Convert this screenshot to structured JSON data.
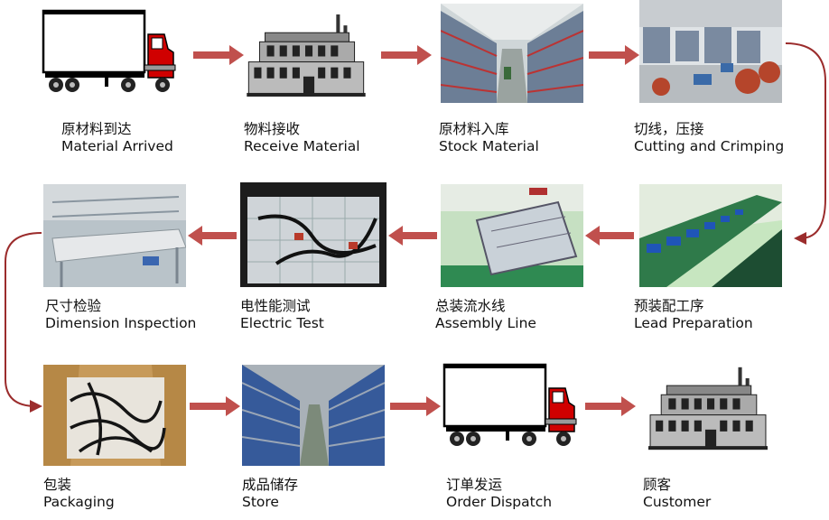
{
  "steps": [
    {
      "id": "material-arrived",
      "cn": "原材料到达",
      "en": "Material Arrived",
      "icon": "truck-icon"
    },
    {
      "id": "receive-material",
      "cn": "物料接收",
      "en": "Receive Material",
      "icon": "factory-icon"
    },
    {
      "id": "stock-material",
      "cn": "原材料入库",
      "en": "Stock Material",
      "icon": "warehouse-photo"
    },
    {
      "id": "cutting-crimping",
      "cn": "切线，压接",
      "en": "Cutting and Crimping",
      "icon": "cutting-photo"
    },
    {
      "id": "lead-preparation",
      "cn": "预装配工序",
      "en": "Lead Preparation",
      "icon": "lead-prep-photo"
    },
    {
      "id": "assembly-line",
      "cn": "总装流水线",
      "en": "Assembly Line",
      "icon": "assembly-photo"
    },
    {
      "id": "electric-test",
      "cn": "电性能测试",
      "en": "Electric Test",
      "icon": "test-photo"
    },
    {
      "id": "dimension-inspection",
      "cn": "尺寸检验",
      "en": "Dimension Inspection",
      "icon": "inspection-photo"
    },
    {
      "id": "packaging",
      "cn": "包装",
      "en": "Packaging",
      "icon": "packaging-photo"
    },
    {
      "id": "store",
      "cn": "成品储存",
      "en": "Store",
      "icon": "store-photo"
    },
    {
      "id": "order-dispatch",
      "cn": "订单发运",
      "en": "Order Dispatch",
      "icon": "truck-icon"
    },
    {
      "id": "customer",
      "cn": "顾客",
      "en": "Customer",
      "icon": "factory-icon"
    }
  ],
  "colors": {
    "arrow": "#c0504d",
    "connector": "#9b2c2c",
    "truck_red": "#d00000"
  }
}
